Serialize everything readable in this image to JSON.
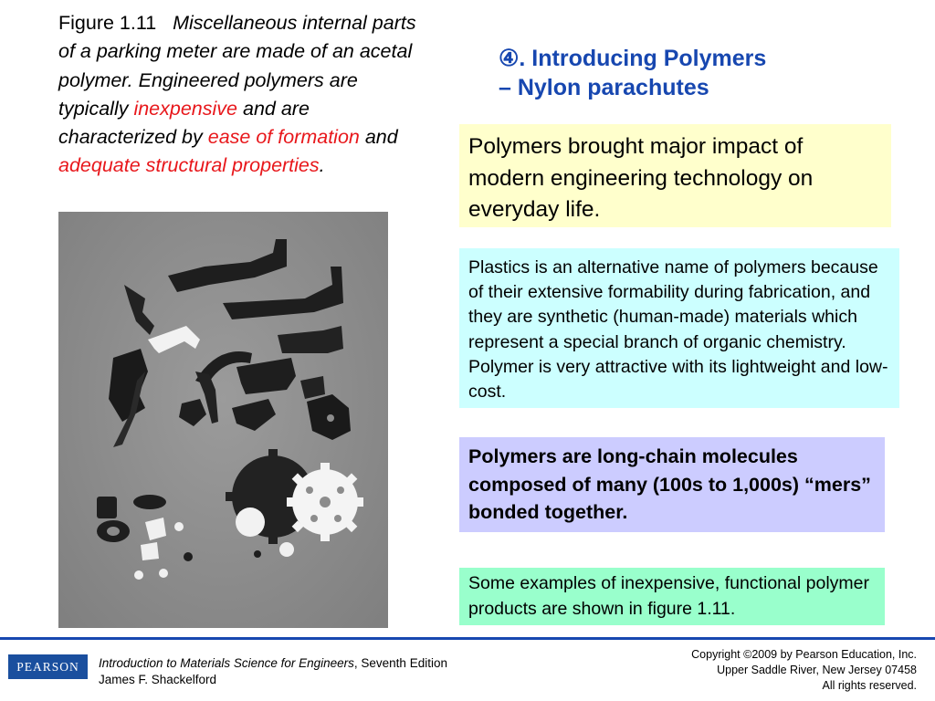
{
  "caption": {
    "figure_label": "Figure 1.11",
    "part1": "Miscellaneous internal parts of a parking meter are made of an acetal polymer. Engineered polymers are typically",
    "red1": "inexpensive",
    "part2": "and are characterized by",
    "red2": "ease of formation",
    "part3": "and",
    "red3": "adequate structural properties",
    "part4": "."
  },
  "title": {
    "line1": "④. Introducing Polymers",
    "line2": "– Nylon parachutes"
  },
  "boxes": {
    "impact": "Polymers brought major impact of modern engineering technology on everyday life.",
    "plastics": "Plastics is an alternative name of polymers because of their extensive formability during fabrication, and they are synthetic (human-made) materials which represent a special branch of organic chemistry. Polymer is very attractive with its lightweight and low-cost.",
    "definition": "Polymers are long-chain molecules composed of many (100s to 1,000s) “mers” bonded together.",
    "examples": "Some examples of inexpensive, functional polymer products are shown in figure 1.11."
  },
  "footer": {
    "logo": "PEARSON",
    "book_title": "Introduction to Materials Science for Engineers",
    "edition": ", Seventh Edition",
    "author": "James F. Shackelford",
    "copyright": "Copyright ©2009 by Pearson Education, Inc.",
    "address": "Upper Saddle River, New Jersey 07458",
    "rights": "All rights reserved."
  },
  "colors": {
    "title_blue": "#1747b0",
    "emphasis_red": "#e8171b",
    "box_yellow": "#ffffcc",
    "box_cyan": "#ccffff",
    "box_lavender": "#ccccff",
    "box_green": "#99ffcc"
  }
}
